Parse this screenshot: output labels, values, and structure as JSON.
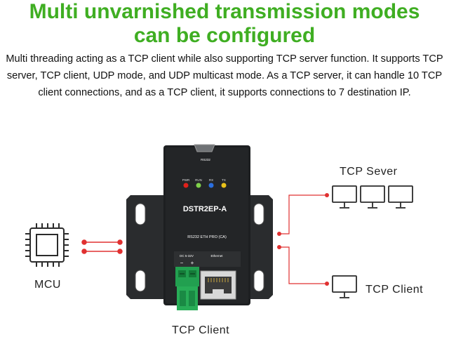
{
  "header": {
    "title_line1": "Multi unvarnished transmission modes",
    "title_line2": "can be configured",
    "description": "Multi threading acting as a TCP client while also supporting TCP server function. It supports TCP server, TCP client, UDP mode, and UDP multicast mode. As a TCP server, it can handle 10 TCP client connections, and as a TCP client, it supports connections to 7 destination IP."
  },
  "diagram": {
    "mcu_label": "MCU",
    "tcp_server_label": "TCP Sever",
    "tcp_client_right_label": "TCP Client",
    "tcp_client_bottom_label": "TCP Client",
    "device": {
      "model": "DSTR2EP-A",
      "subtitle": "RS232 ETH PRO (CA)",
      "serial_port_label": "RS232",
      "power_label": "DC 5-32V",
      "power_minus": "−",
      "power_plus": "+",
      "ethernet_label": "Ethernet",
      "leds": [
        {
          "label": "PWR",
          "color": "#e0201a"
        },
        {
          "label": "RUN",
          "color": "#7fd14a"
        },
        {
          "label": "RX",
          "color": "#2a6fe0"
        },
        {
          "label": "TX",
          "color": "#e9c21a"
        }
      ]
    },
    "colors": {
      "line": "#e03030",
      "device_body": "#1d1f21",
      "terminal": "#22a050",
      "icon_stroke": "#2b2b2b"
    }
  }
}
